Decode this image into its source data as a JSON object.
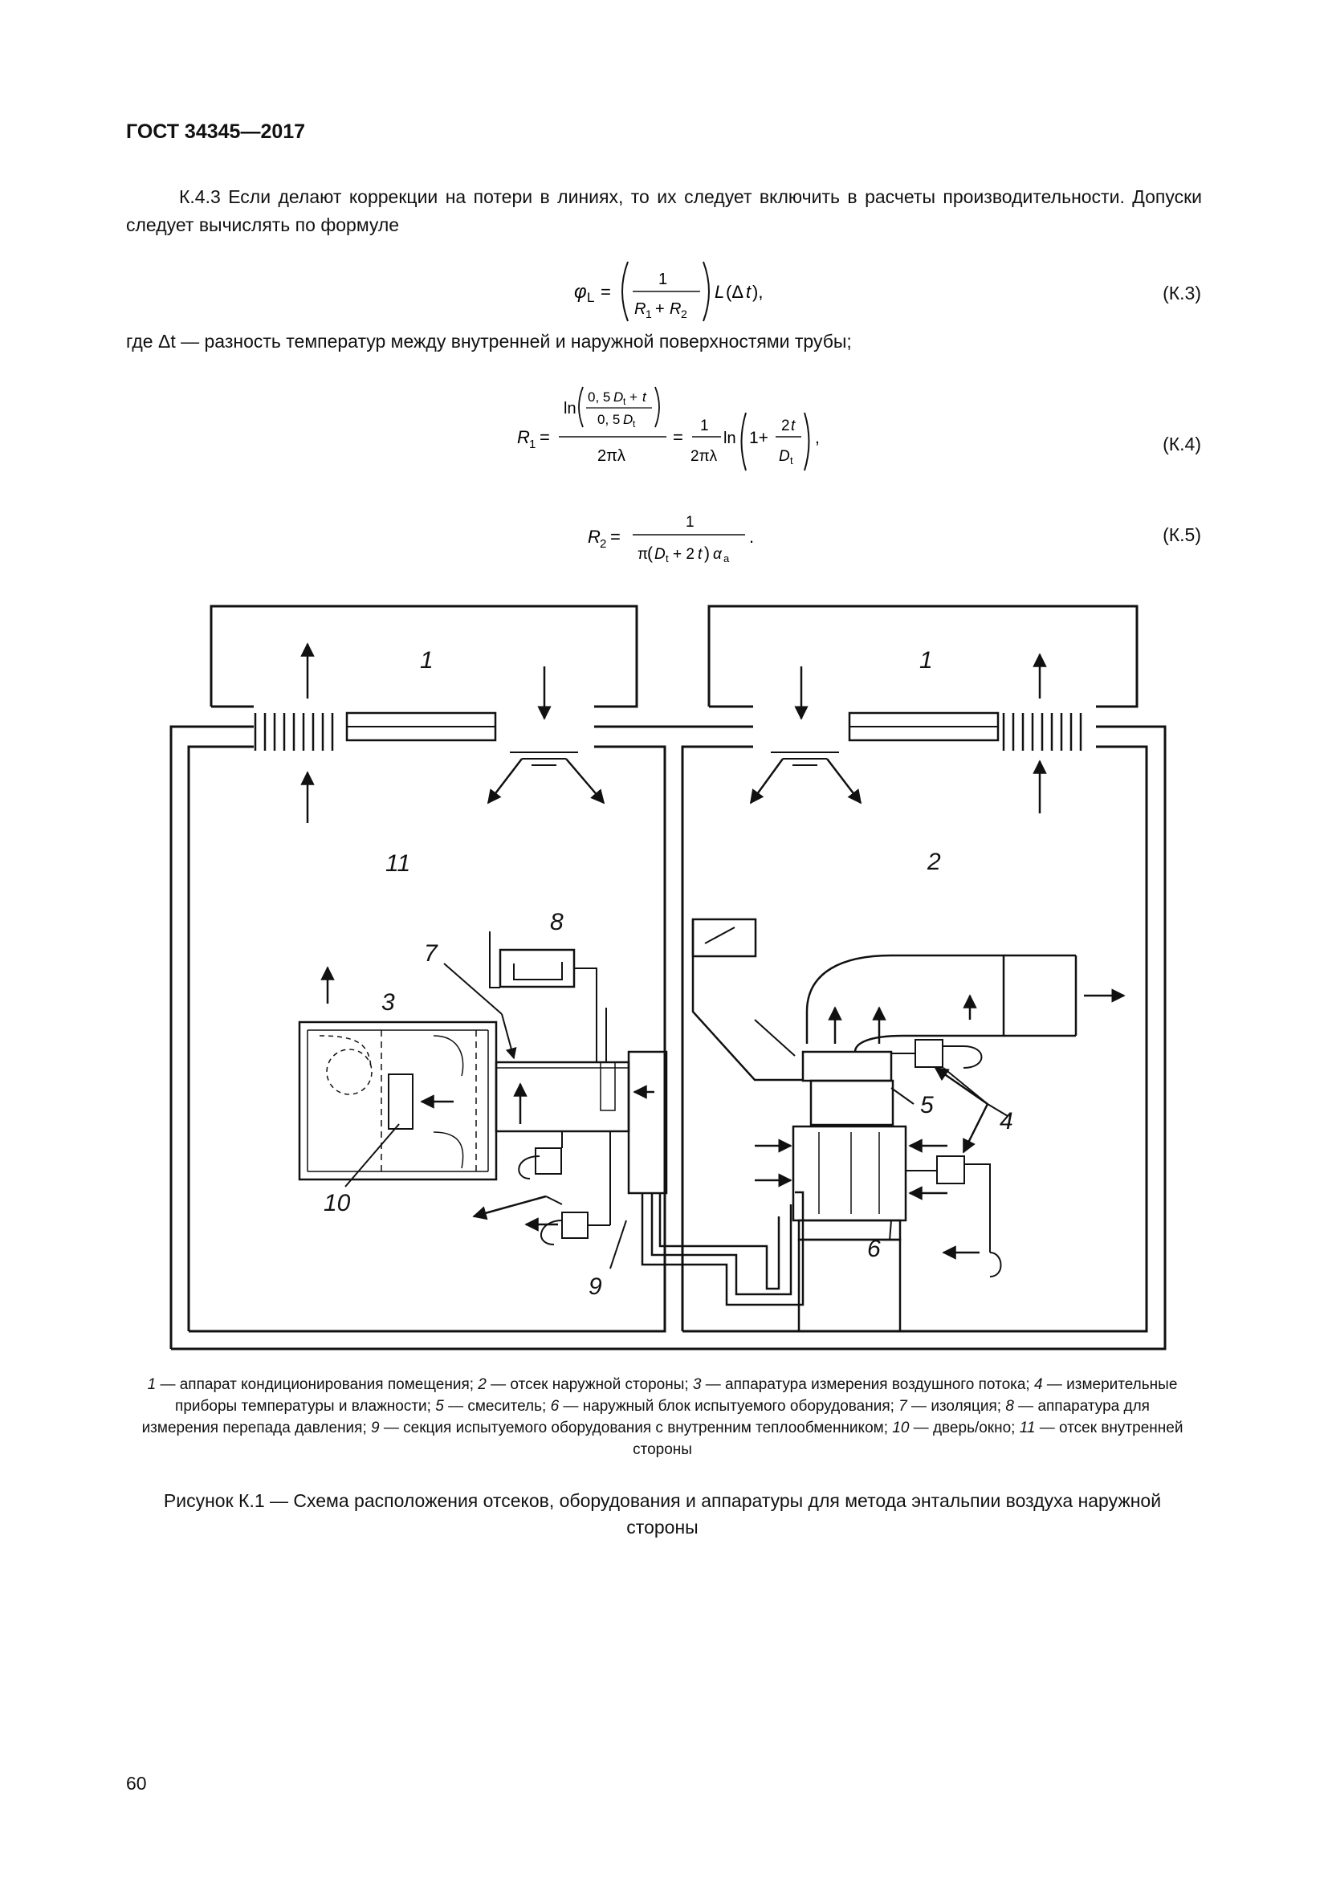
{
  "header": {
    "standard": "ГОСТ 34345—2017"
  },
  "paragraph": "К.4.3 Если делают коррекции на потери в линиях, то их следует включить в расчеты производительности. Допуски следует вычислять по формуле",
  "where_line": "где Δt — разность температур между внутренней и наружной поверхностями трубы;",
  "formulas": {
    "k3": {
      "number": "(К.3)"
    },
    "k4": {
      "number": "(К.4)"
    },
    "k5": {
      "number": "(К.5)"
    }
  },
  "figure": {
    "labels": [
      "1",
      "1",
      "11",
      "2",
      "8",
      "7",
      "3",
      "5",
      "4",
      "10",
      "6",
      "9"
    ]
  },
  "legend": [
    {
      "num": "1",
      "text": " — аппарат кондиционирования помещения; "
    },
    {
      "num": "2",
      "text": " — отсек наружной стороны; "
    },
    {
      "num": "3",
      "text": " — аппаратура измерения воздушного потока; "
    },
    {
      "num": "4",
      "text": " — измерительные приборы температуры и влажности; "
    },
    {
      "num": "5",
      "text": " — смеситель; "
    },
    {
      "num": "6",
      "text": " — наружный блок испытуемого оборудования; "
    },
    {
      "num": "7",
      "text": " — изоляция; "
    },
    {
      "num": "8",
      "text": " — аппаратура для измерения перепада давления; "
    },
    {
      "num": "9",
      "text": " — секция испытуемого оборудования с внутренним теплообменником; "
    },
    {
      "num": "10",
      "text": " — дверь/окно; "
    },
    {
      "num": "11",
      "text": " — отсек внутренней стороны"
    }
  ],
  "caption": "Рисунок К.1 — Схема расположения отсеков, оборудования и аппаратуры для метода энтальпии воздуха наружной стороны",
  "page_number": "60"
}
